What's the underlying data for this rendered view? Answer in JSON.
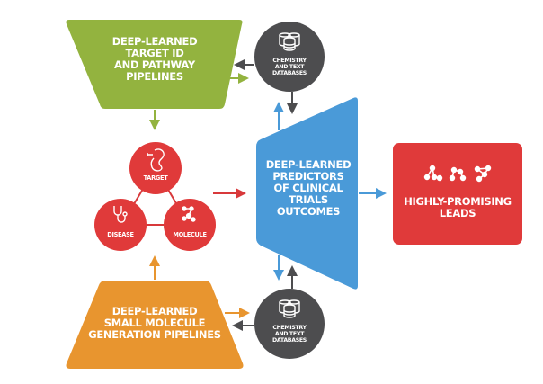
{
  "colors": {
    "green": "#93b33f",
    "gray": "#4d4d4f",
    "red": "#e03a3a",
    "blue": "#4a9ad8",
    "orange": "#e8952f",
    "background": "#ffffff"
  },
  "target_pipeline": {
    "lines": [
      "DEEP-LEARNED",
      "TARGET ID",
      "AND PATHWAY",
      "PIPELINES"
    ]
  },
  "molecule_pipeline": {
    "lines": [
      "DEEP-LEARNED",
      "SMALL MOLECULE",
      "GENERATION PIPELINES"
    ]
  },
  "databases_top": {
    "icon": "database-stack-icon",
    "lines": [
      "CHEMISTRY",
      "AND TEXT",
      "DATABASES"
    ]
  },
  "databases_bottom": {
    "icon": "database-stack-icon",
    "lines": [
      "CHEMISTRY",
      "AND TEXT",
      "DATABASES"
    ]
  },
  "triad": {
    "target": {
      "label": "TARGET",
      "icon": "kidney-organ-icon"
    },
    "disease": {
      "label": "DISEASE",
      "icon": "stethoscope-icon"
    },
    "molecule": {
      "label": "MOLECULE",
      "icon": "molecule-icon"
    }
  },
  "predictor": {
    "lines": [
      "DEEP-LEARNED",
      "PREDICTORS",
      "OF CLINICAL",
      "TRIALS",
      "OUTCOMES"
    ]
  },
  "leads": {
    "icon": "molecules-icon",
    "lines": [
      "HIGHLY-PROMISING",
      "LEADS"
    ]
  }
}
